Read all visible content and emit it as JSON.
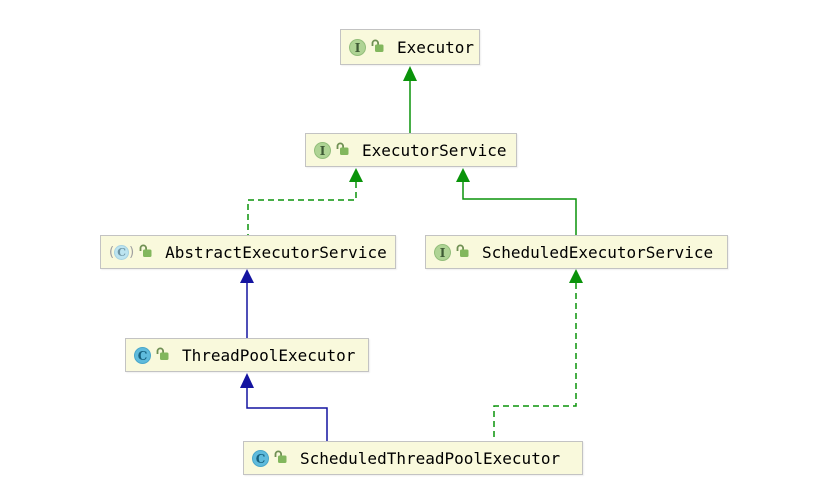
{
  "colors": {
    "background": "#FFFFFF",
    "node_fill": "#F9F9DC",
    "node_border": "#C3C3C3",
    "edge_green": "#0A930A",
    "edge_blue": "#1414A0",
    "interface_icon_fill": "#AFD495",
    "class_icon_fill": "#5FBBDC",
    "abstract_class_icon_fill": "#BCE4F0",
    "lock_body_green": "#82B75D",
    "lock_shackle_green": "#6F8F53"
  },
  "diagram": {
    "nodes": [
      {
        "id": "executor",
        "label": "Executor",
        "kind": "interface",
        "icon_glyph": "I",
        "visibility": "public"
      },
      {
        "id": "executor-service",
        "label": "ExecutorService",
        "kind": "interface",
        "icon_glyph": "I",
        "visibility": "public"
      },
      {
        "id": "abstract-executor-service",
        "label": "AbstractExecutorService",
        "kind": "abstract-class",
        "icon_glyph": "C",
        "paren_left": "(",
        "paren_right": ")",
        "visibility": "public"
      },
      {
        "id": "scheduled-executor-service",
        "label": "ScheduledExecutorService",
        "kind": "interface",
        "icon_glyph": "I",
        "visibility": "public"
      },
      {
        "id": "thread-pool-executor",
        "label": "ThreadPoolExecutor",
        "kind": "class",
        "icon_glyph": "C",
        "visibility": "public"
      },
      {
        "id": "scheduled-thread-pool-executor",
        "label": "ScheduledThreadPoolExecutor",
        "kind": "class",
        "icon_glyph": "C",
        "visibility": "public"
      }
    ],
    "edges": [
      {
        "from": "ExecutorService",
        "to": "Executor",
        "relation": "extends",
        "style": "solid",
        "color": "#0A930A"
      },
      {
        "from": "AbstractExecutorService",
        "to": "ExecutorService",
        "relation": "implements",
        "style": "dashed",
        "color": "#0A930A"
      },
      {
        "from": "ScheduledExecutorService",
        "to": "ExecutorService",
        "relation": "extends",
        "style": "solid",
        "color": "#0A930A"
      },
      {
        "from": "ThreadPoolExecutor",
        "to": "AbstractExecutorService",
        "relation": "extends",
        "style": "solid",
        "color": "#1414A0"
      },
      {
        "from": "ScheduledThreadPoolExecutor",
        "to": "ThreadPoolExecutor",
        "relation": "extends",
        "style": "solid",
        "color": "#1414A0"
      },
      {
        "from": "ScheduledThreadPoolExecutor",
        "to": "ScheduledExecutorService",
        "relation": "implements",
        "style": "dashed",
        "color": "#0A930A"
      }
    ]
  }
}
